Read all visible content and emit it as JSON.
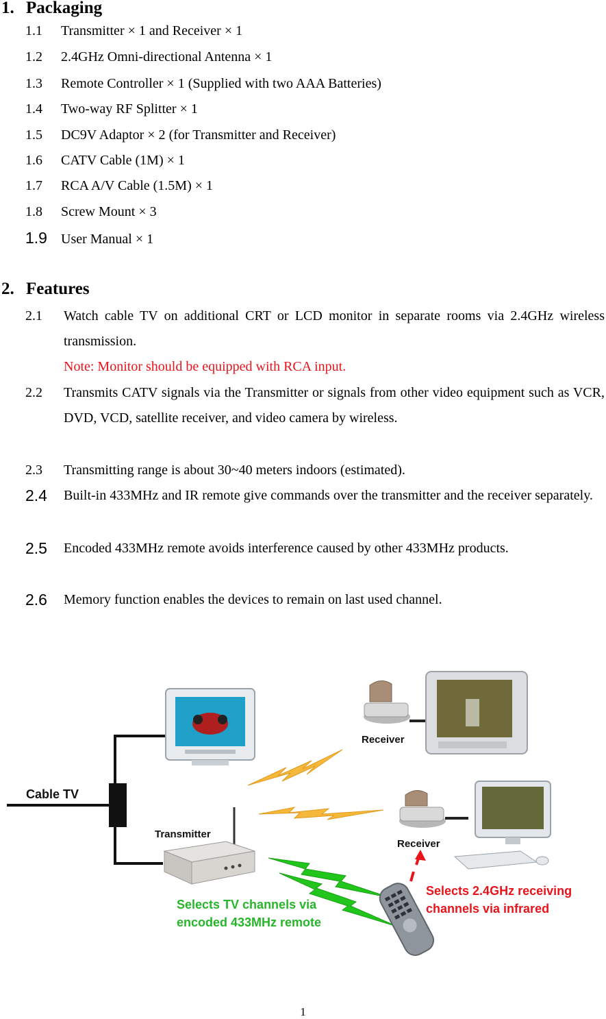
{
  "sections": [
    {
      "number": "1.",
      "title": "Packaging",
      "items": [
        {
          "num": "1.1",
          "text": "Transmitter × 1 and Receiver × 1"
        },
        {
          "num": "1.2",
          "text": "2.4GHz Omni-directional Antenna × 1"
        },
        {
          "num": "1.3",
          "text": "Remote Controller × 1 (Supplied with two AAA Batteries)"
        },
        {
          "num": "1.4",
          "text": "Two-way RF Splitter × 1"
        },
        {
          "num": "1.5",
          "text": "DC9V Adaptor × 2 (for Transmitter and Receiver)"
        },
        {
          "num": "1.6",
          "text": "CATV Cable (1M) × 1"
        },
        {
          "num": "1.7",
          "text": "RCA A/V Cable (1.5M) × 1"
        },
        {
          "num": "1.8",
          "text": "Screw Mount × 3"
        },
        {
          "num": "1.9",
          "text": "User Manual × 1"
        }
      ]
    },
    {
      "number": "2.",
      "title": "Features",
      "items": [
        {
          "num": "2.1",
          "text": "Watch cable TV on additional CRT or LCD monitor in separate rooms via 2.4GHz wireless transmission.",
          "note": "Note: Monitor should be equipped with RCA input."
        },
        {
          "num": "2.2",
          "text": "Transmits CATV signals via the Transmitter or signals from other video equipment such as VCR, DVD, VCD, satellite receiver, and video camera by wireless."
        },
        {
          "num": "2.3",
          "text": "Transmitting range is about 30~40 meters indoors (estimated)."
        },
        {
          "num": "2.4",
          "text": "Built-in 433MHz and IR remote give commands over the transmitter and the receiver separately."
        },
        {
          "num": "2.5",
          "text": "Encoded 433MHz remote avoids interference caused by other 433MHz products."
        },
        {
          "num": "2.6",
          "text": "Memory function enables the devices to remain on last used channel."
        }
      ]
    }
  ],
  "diagram": {
    "labels": {
      "cable_tv": "Cable TV",
      "transmitter": "Transmitter",
      "receiver_top": "Receiver",
      "receiver_mid": "Receiver",
      "remote_caption_1": "Selects TV channels via",
      "remote_caption_2": "encoded 433MHz remote",
      "ir_caption_1": "Selects 2.4GHz receiving",
      "ir_caption_2": "channels via infrared"
    },
    "colors": {
      "rf_signal": "#f5b83a",
      "remote_signal": "#22c51c",
      "ir_signal": "#e8141b",
      "caption_green": "#27b52c",
      "caption_red": "#e8141b"
    }
  },
  "footer": {
    "page_number": "1"
  }
}
